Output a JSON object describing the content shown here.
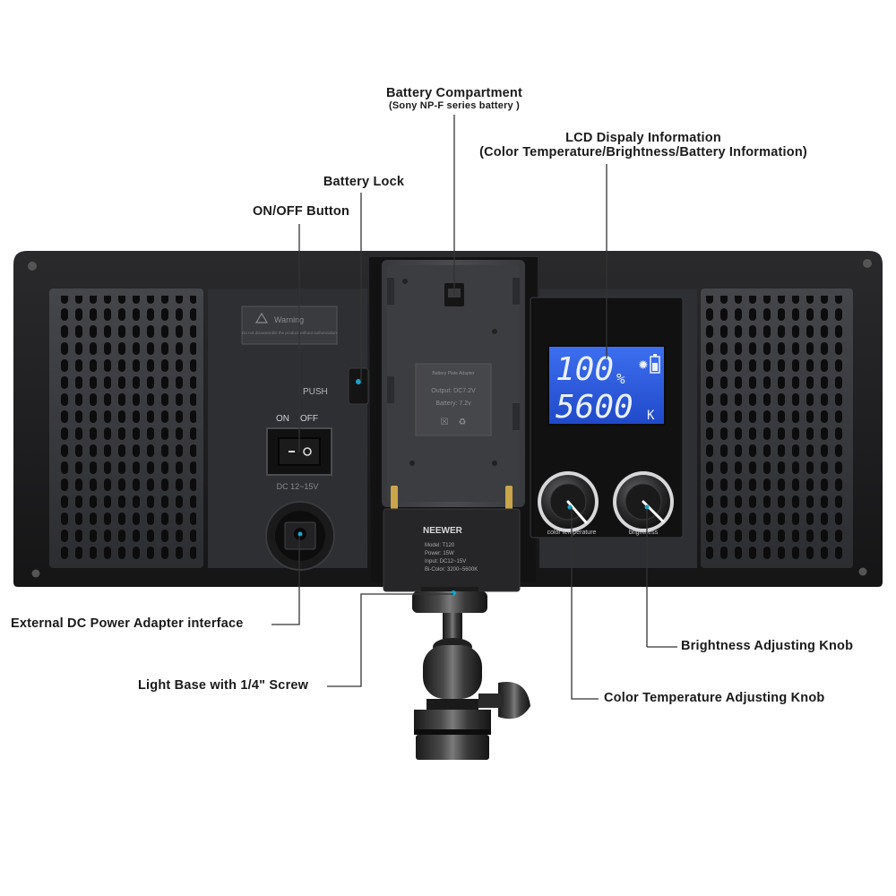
{
  "callouts": {
    "battery_compartment": {
      "title": "Battery Compartment",
      "subtitle": "(Sony NP-F series battery )"
    },
    "lcd_info": {
      "title": "LCD Dispaly Information",
      "subtitle": "(Color Temperature/Brightness/Battery Information)"
    },
    "battery_lock": "Battery Lock",
    "on_off_button": "ON/OFF Button",
    "dc_interface": "External DC Power Adapter interface",
    "light_base": "Light Base with 1/4\" Screw",
    "brightness_knob": "Brightness  Adjusting Knob",
    "color_temp_knob": "Color Temperature Adjusting Knob"
  },
  "panel": {
    "warning_title": "Warning",
    "warning_text": "Do not disassemble the product without authorization",
    "push_label": "PUSH",
    "on_label": "ON",
    "off_label": "OFF",
    "dc_label": "DC  12~15V",
    "plate_title": "Battery Plate Adapter",
    "plate_output": "Output: DC7.2V",
    "plate_battery": "Battery: 7.2v",
    "knob_left_label": "color temperature",
    "knob_right_label": "brightness"
  },
  "lcd": {
    "brightness_value": "100",
    "brightness_unit": "%",
    "temperature_value": "5600",
    "temperature_unit": "K"
  },
  "nameplate": {
    "brand": "NEEWER",
    "model": "Model:  T120",
    "power": "Power:  15W",
    "input": "Input:   DC12~15V",
    "bicolor": "Bi-Color: 3200~5600K"
  },
  "colors": {
    "panel": "#1d1d1f",
    "vent": "#3a3b3e",
    "lcd": "#2d5fe0",
    "lcd_text": "#e8f0ff",
    "accent_dot": "#1aa3c8"
  }
}
